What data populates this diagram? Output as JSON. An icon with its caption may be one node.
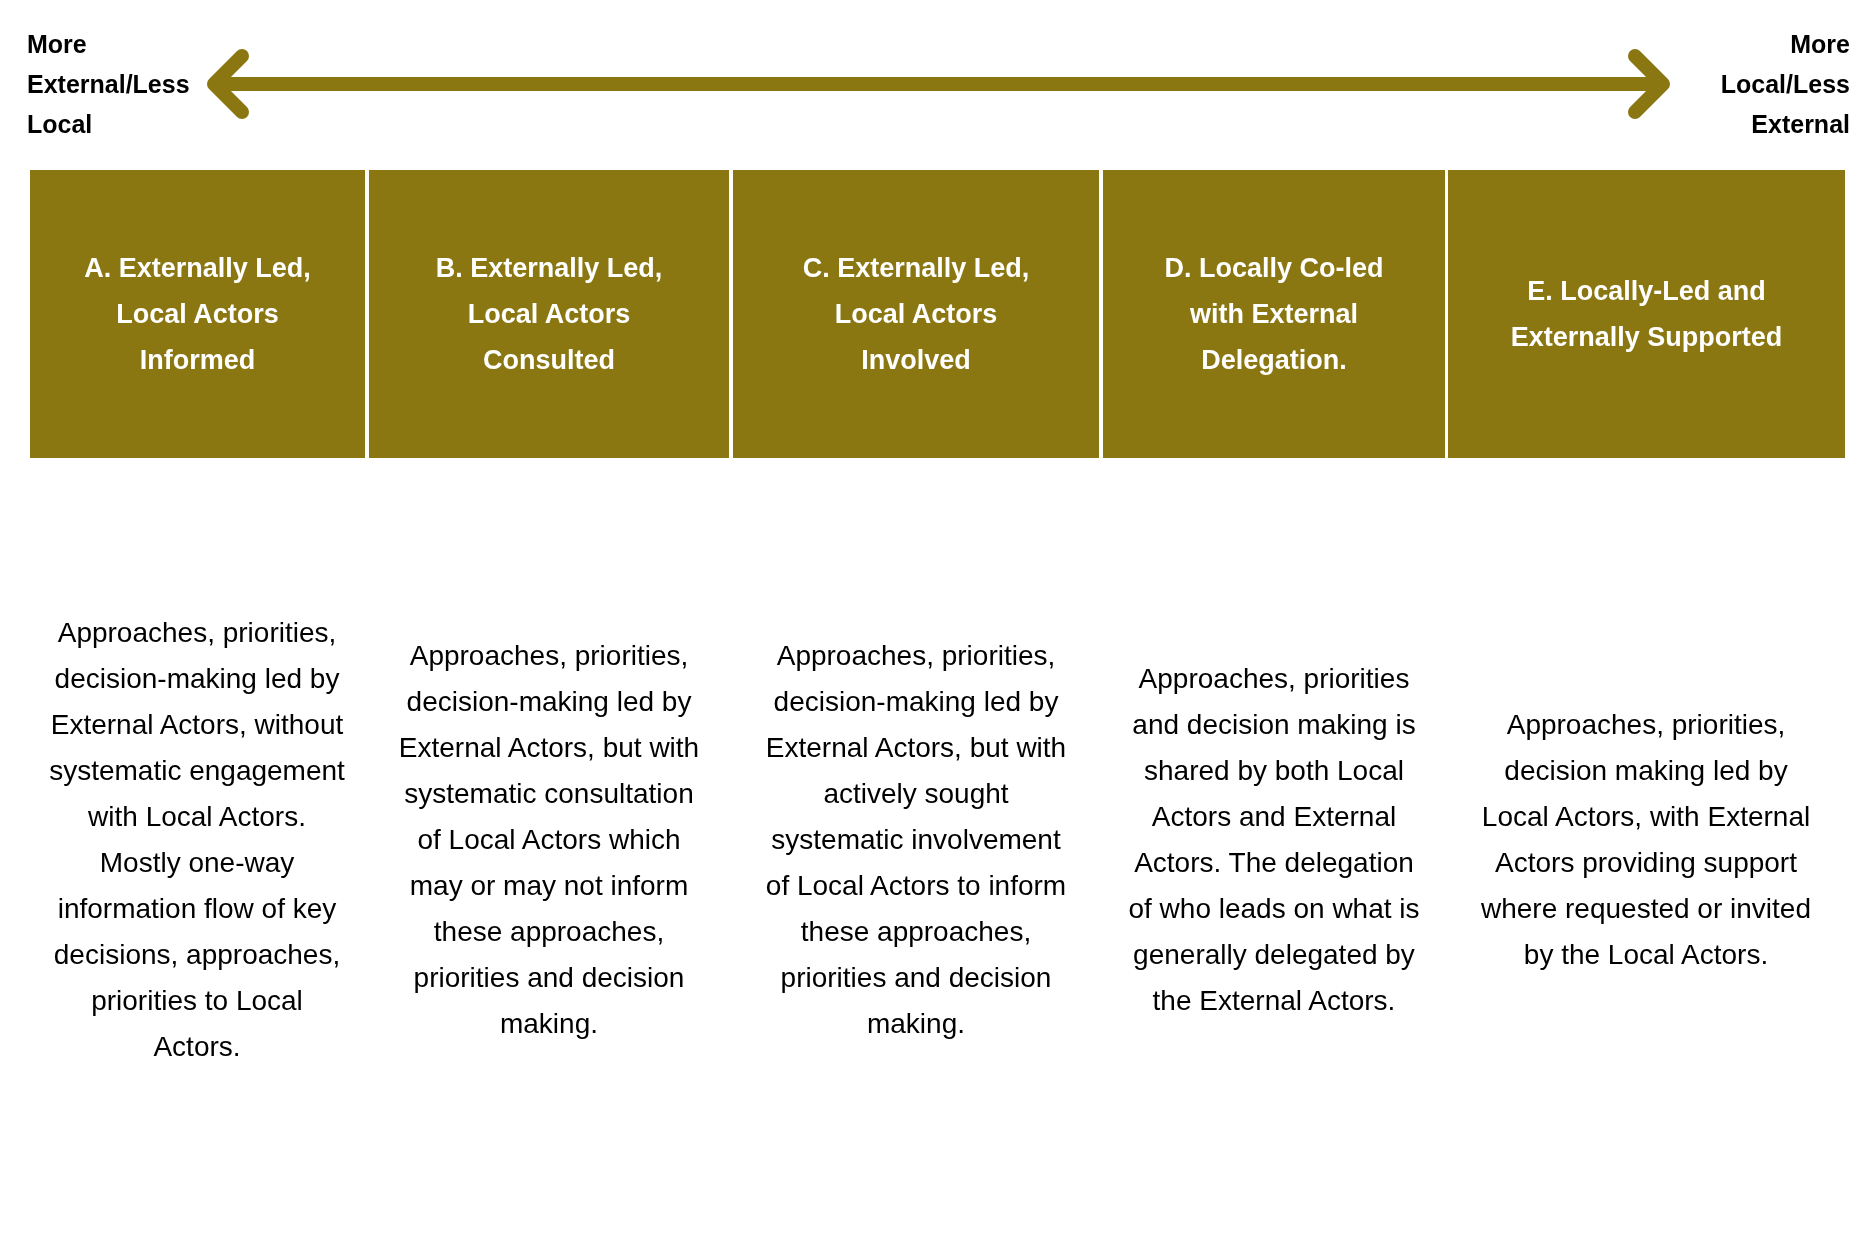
{
  "diagram": {
    "nodes": [
      {
        "text": [
          "More External/Less Local"
        ]
      },
      {
        "text": [
          "More Local/Less External"
        ]
      },
      {
        "text": [
          "A. Externally Led, Local Actors Informed"
        ]
      },
      {
        "text": [
          "B. Externally Led, Local Actors Consulted"
        ]
      },
      {
        "text": [
          "C. Externally Led, Local Actors Involved"
        ]
      },
      {
        "text": [
          "D. Locally Co-led with External Delegation."
        ]
      },
      {
        "text": [
          "E. Locally-Led and Externally Supported"
        ]
      }
    ],
    "edges": [
      {
        "from": 0,
        "to": 1,
        "arrow": "both"
      }
    ],
    "labels": [
      "Approaches, priorities, decision-making led by External Actors, without systematic engagement with Local Actors. Mostly one-way information flow of key decisions, approaches, priorities to Local Actors.",
      "Approaches, priorities, decision-making led by External Actors, but with systematic consultation of Local Actors which may or may not inform these approaches, priorities and decision making.",
      "Approaches, priorities, decision-making led by External Actors, but with actively sought systematic involvement of Local Actors to inform these approaches, priorities and decision making.",
      "Approaches, priorities and decision making is shared by both Local Actors and External Actors. The delegation of who leads on what is generally delegated by the External Actors.",
      "Approaches, priorities, decision making led by Local Actors, with External Actors providing support where requested or invited by the Local Actors."
    ]
  }
}
